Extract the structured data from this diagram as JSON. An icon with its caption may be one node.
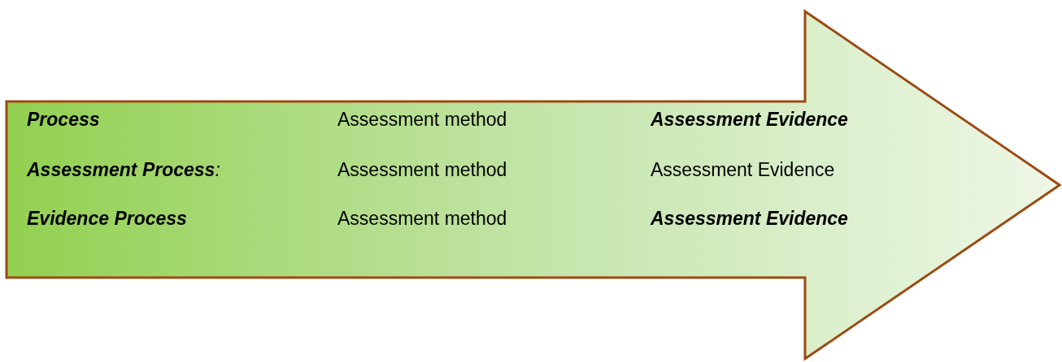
{
  "diagram": {
    "nodes": [
      {
        "text": [
          "Process",
          "Assessment method",
          "Assessment Evidence",
          "**Assessment Process**:",
          "Assessment method",
          "Assessment Evidence",
          "Evidence Process",
          "Assessment method",
          "Assessment Evidence"
        ]
      }
    ]
  }
}
